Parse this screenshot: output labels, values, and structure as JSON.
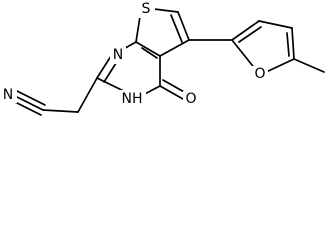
{
  "structure": {
    "atoms": {
      "nitrile_N": "N",
      "thiophene_S": "S",
      "pyrimidine_N": "N",
      "pyrimidine_NH": "NH",
      "carbonyl_O": "O",
      "furan_O": "O"
    }
  }
}
